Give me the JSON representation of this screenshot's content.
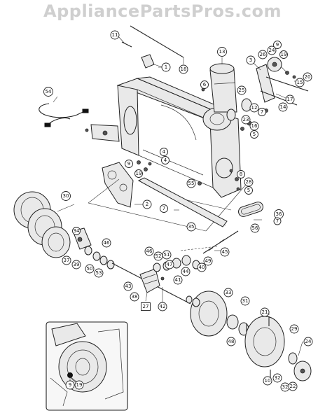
{
  "watermark": "AppliancePartsPros.com",
  "callouts": [
    {
      "id": "c11",
      "label": "11",
      "shape": "circle"
    },
    {
      "id": "c1",
      "label": "1",
      "shape": "circle"
    },
    {
      "id": "c18",
      "label": "18",
      "shape": "circle"
    },
    {
      "id": "c13",
      "label": "13",
      "shape": "circle"
    },
    {
      "id": "c3",
      "label": "3",
      "shape": "circle"
    },
    {
      "id": "c26",
      "label": "26",
      "shape": "circle"
    },
    {
      "id": "c24",
      "label": "24",
      "shape": "circle"
    },
    {
      "id": "c9a",
      "label": "9",
      "shape": "circle"
    },
    {
      "id": "c19a",
      "label": "19",
      "shape": "circle"
    },
    {
      "id": "c20",
      "label": "20",
      "shape": "circle"
    },
    {
      "id": "c15",
      "label": "15",
      "shape": "circle"
    },
    {
      "id": "c6",
      "label": "6",
      "shape": "circle"
    },
    {
      "id": "c25",
      "label": "25",
      "shape": "circle"
    },
    {
      "id": "c12",
      "label": "12",
      "shape": "circle"
    },
    {
      "id": "c14",
      "label": "14",
      "shape": "circle"
    },
    {
      "id": "c17",
      "label": "17",
      "shape": "circle"
    },
    {
      "id": "c7a",
      "label": "7",
      "shape": "circle"
    },
    {
      "id": "c23",
      "label": "23",
      "shape": "circle"
    },
    {
      "id": "c16",
      "label": "16",
      "shape": "circle"
    },
    {
      "id": "c5a",
      "label": "5",
      "shape": "circle"
    },
    {
      "id": "c54",
      "label": "54",
      "shape": "circle"
    },
    {
      "id": "c9b",
      "label": "9",
      "shape": "circle"
    },
    {
      "id": "c19b",
      "label": "19",
      "shape": "circle"
    },
    {
      "id": "c4a",
      "label": "4",
      "shape": "circle"
    },
    {
      "id": "c4b",
      "label": "4",
      "shape": "circle"
    },
    {
      "id": "c8",
      "label": "8",
      "shape": "circle"
    },
    {
      "id": "c28",
      "label": "28",
      "shape": "circle"
    },
    {
      "id": "c55",
      "label": "55",
      "shape": "circle"
    },
    {
      "id": "c5b",
      "label": "5",
      "shape": "circle"
    },
    {
      "id": "c30",
      "label": "30",
      "shape": "circle"
    },
    {
      "id": "c2",
      "label": "2",
      "shape": "circle"
    },
    {
      "id": "c7b",
      "label": "7",
      "shape": "circle"
    },
    {
      "id": "c35",
      "label": "35",
      "shape": "circle"
    },
    {
      "id": "c36",
      "label": "36",
      "shape": "circle"
    },
    {
      "id": "c7c",
      "label": "7",
      "shape": "circle"
    },
    {
      "id": "c56",
      "label": "56",
      "shape": "circle"
    },
    {
      "id": "c34",
      "label": "34",
      "shape": "circle"
    },
    {
      "id": "c46a",
      "label": "46",
      "shape": "circle"
    },
    {
      "id": "c45",
      "label": "45",
      "shape": "circle"
    },
    {
      "id": "c37",
      "label": "37",
      "shape": "circle"
    },
    {
      "id": "c39",
      "label": "39",
      "shape": "circle"
    },
    {
      "id": "c50",
      "label": "50",
      "shape": "circle"
    },
    {
      "id": "c53",
      "label": "53",
      "shape": "circle"
    },
    {
      "id": "c46b",
      "label": "46",
      "shape": "circle"
    },
    {
      "id": "c52",
      "label": "52",
      "shape": "circle"
    },
    {
      "id": "c51",
      "label": "51",
      "shape": "circle"
    },
    {
      "id": "c47",
      "label": "47",
      "shape": "circle"
    },
    {
      "id": "c44",
      "label": "44",
      "shape": "circle"
    },
    {
      "id": "c40",
      "label": "40",
      "shape": "circle"
    },
    {
      "id": "c49",
      "label": "49",
      "shape": "circle"
    },
    {
      "id": "c43",
      "label": "43",
      "shape": "circle"
    },
    {
      "id": "c41",
      "label": "41",
      "shape": "circle"
    },
    {
      "id": "c38",
      "label": "38",
      "shape": "circle"
    },
    {
      "id": "c27",
      "label": "27",
      "shape": "rect"
    },
    {
      "id": "c42",
      "label": "42",
      "shape": "circle"
    },
    {
      "id": "c33",
      "label": "33",
      "shape": "circle"
    },
    {
      "id": "c31",
      "label": "31",
      "shape": "circle"
    },
    {
      "id": "c21",
      "label": "21",
      "shape": "circle"
    },
    {
      "id": "c48",
      "label": "48",
      "shape": "circle"
    },
    {
      "id": "c29",
      "label": "29",
      "shape": "circle"
    },
    {
      "id": "c10",
      "label": "10",
      "shape": "circle"
    },
    {
      "id": "c32a",
      "label": "32",
      "shape": "circle"
    },
    {
      "id": "c32b",
      "label": "32",
      "shape": "circle"
    },
    {
      "id": "c22",
      "label": "22",
      "shape": "circle"
    },
    {
      "id": "c24b",
      "label": "24",
      "shape": "circle"
    },
    {
      "id": "c9c",
      "label": "9",
      "shape": "circle"
    },
    {
      "id": "c19c",
      "label": "19",
      "shape": "circle"
    }
  ]
}
